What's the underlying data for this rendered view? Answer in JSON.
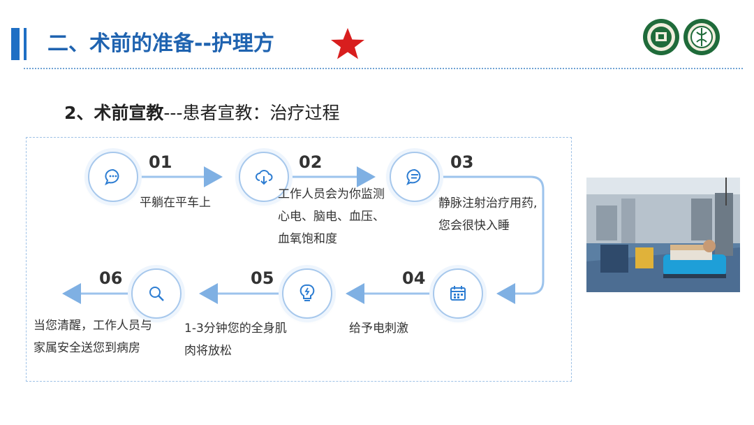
{
  "header": {
    "title": "二、术前的准备--护理方",
    "star_color": "#d81e1e",
    "accent_color": "#1f6fc4"
  },
  "subtitle": {
    "bold_part": "2、术前宣教",
    "rest": "---患者宣教：治疗过程"
  },
  "steps": [
    {
      "num": "01",
      "icon": "chat-bubble-icon",
      "lines": [
        "平躺在平车上"
      ]
    },
    {
      "num": "02",
      "icon": "cloud-download-icon",
      "lines": [
        "工作人员会为你监测",
        "心电、脑电、血压、",
        "血氧饱和度"
      ]
    },
    {
      "num": "03",
      "icon": "message-icon",
      "lines": [
        "静脉注射治疗用药,",
        "您会很快入睡"
      ]
    },
    {
      "num": "04",
      "icon": "calendar-icon",
      "lines": [
        "给予电刺激"
      ]
    },
    {
      "num": "05",
      "icon": "lightbulb-icon",
      "lines": [
        "1-3分钟您的全身肌",
        "肉将放松"
      ]
    },
    {
      "num": "06",
      "icon": "search-icon",
      "lines": [
        "当您清醒，工作人员与",
        "家属安全送您到病房"
      ]
    }
  ]
}
